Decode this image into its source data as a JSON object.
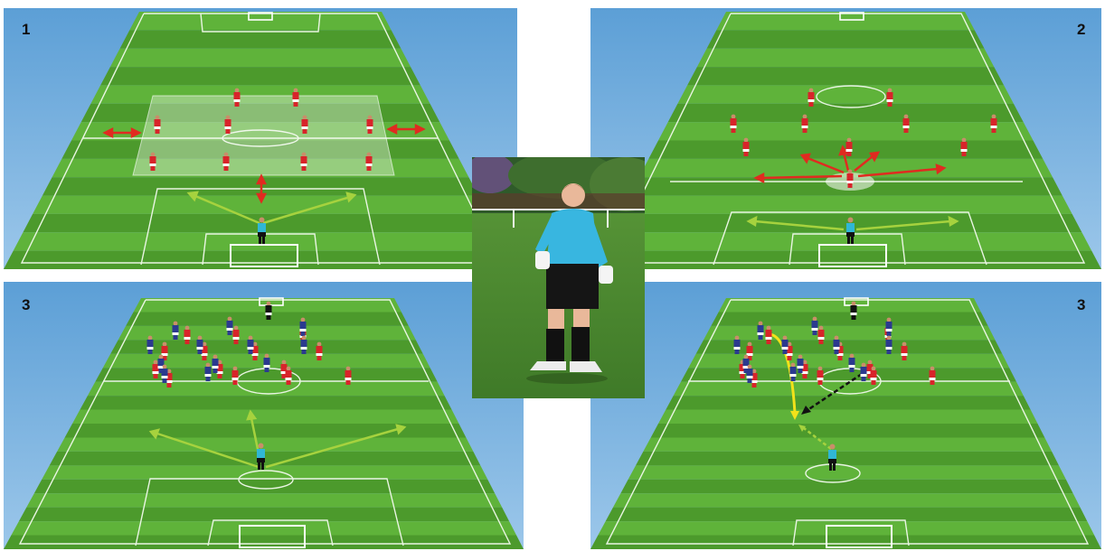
{
  "panels": [
    {
      "label": "1"
    },
    {
      "label": "2"
    },
    {
      "label": "3"
    },
    {
      "label": "3"
    }
  ],
  "colors": {
    "sky": "#6aa6d8",
    "grass_light": "#5fb33a",
    "grass_dark": "#4c9a2c",
    "line": "#e9f5e2",
    "red_player": "#d8242a",
    "blue_player": "#2b3a8f",
    "keeper": "#30b7d6",
    "red_arrow": "#e02b20",
    "green_arrow": "#a6d23e",
    "yellow_arrow": "#f2e21a",
    "black_arrow": "#111111"
  },
  "photo": {
    "subject": "goalkeeper",
    "icon": "goalkeeper-photo"
  }
}
